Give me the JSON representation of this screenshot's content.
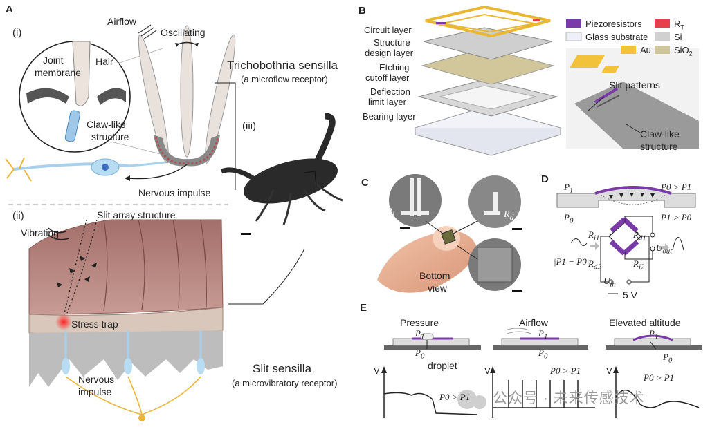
{
  "panels": {
    "A": "A",
    "B": "B",
    "C": "C",
    "D": "D",
    "E": "E"
  },
  "panel_a": {
    "sub_i": "(i)",
    "sub_ii": "(ii)",
    "sub_iii": "(iii)",
    "airflow": "Airflow",
    "oscillating": "Oscillating",
    "hair": "Hair",
    "joint_membrane_1": "Joint",
    "joint_membrane_2": "membrane",
    "claw_like_1": "Claw-like",
    "claw_like_2": "structure",
    "nervous_impulse": "Nervous impulse",
    "tricho_title": "Trichobothria sensilla",
    "tricho_sub": "(a microflow receptor)",
    "vibrating": "Vibrating",
    "slit_array": "Slit array structure",
    "stress_trap": "Stress trap",
    "nervous_impulse_2a": "Nervous",
    "nervous_impulse_2b": "impulse",
    "slit_title": "Slit sensilla",
    "slit_sub": "(a microvibratory receptor)"
  },
  "panel_b": {
    "layers": [
      "Circuit layer",
      "Structure",
      "design layer",
      "Etching",
      "cutoff layer",
      "Deflection",
      "limit layer",
      "Bearing layer"
    ],
    "legend": [
      {
        "label": "Piezoresistors",
        "color": "#7a3aa8"
      },
      {
        "label": "Glass substrate",
        "color": "#eef0f8"
      },
      {
        "label": "Au",
        "color": "#f2c23a"
      },
      {
        "label": "R",
        "sub": "T",
        "color": "#e8404a"
      },
      {
        "label": "Si",
        "color": "#d0d0d0"
      },
      {
        "label": "SiO",
        "sub": "2",
        "color": "#cfc59a"
      }
    ],
    "slit_patterns": "Slit patterns",
    "claw_like_1": "Claw-like",
    "claw_like_2": "structure"
  },
  "panel_c": {
    "ri": "R",
    "ri_sub": "i",
    "rd": "R",
    "rd_sub": "d",
    "bottom_1": "Bottom",
    "bottom_2": "view"
  },
  "panel_d": {
    "p1": "P",
    "p1_sub": "1",
    "p0": "P",
    "p0_sub": "0",
    "cond_top": "P0 > P1",
    "cond_bot": "P1 > P0",
    "ri1": "R",
    "ri1_sub": "i1",
    "rd1": "R",
    "rd1_sub": "d1",
    "rd2": "R",
    "rd2_sub": "d2",
    "ri2": "R",
    "ri2_sub": "i2",
    "uout": "U",
    "uout_sub": "out",
    "uin": "U",
    "uin_sub": "in",
    "diff": "|P1 − P0|",
    "voltage": "5 V"
  },
  "panel_e": {
    "pressure": "Pressure",
    "airflow": "Airflow",
    "altitude": "Elevated altitude",
    "droplet": "droplet",
    "v": "V",
    "cond": "P0 > P1",
    "p0": "P",
    "p1": "P"
  },
  "watermark": "公众号 · 未来传感技术"
}
